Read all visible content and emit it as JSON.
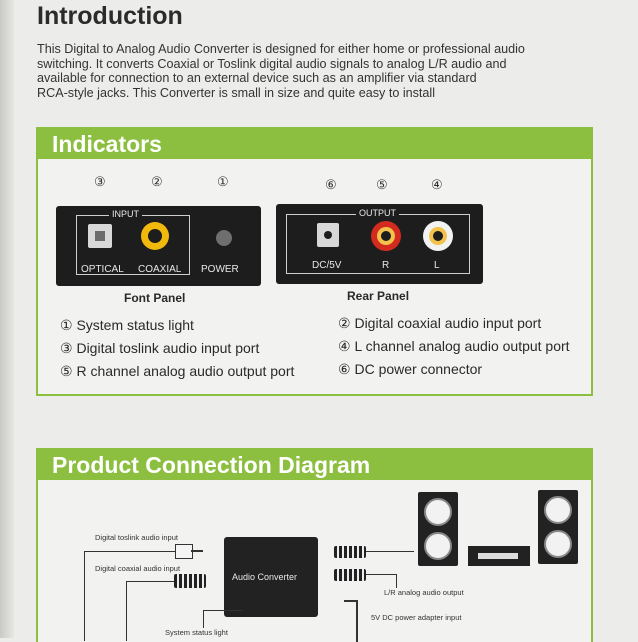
{
  "intro": {
    "title": "Introduction",
    "lines": [
      "This Digital to Analog Audio Converter is designed for either home or professional audio",
      "switching. It converts Coaxial or Toslink digital audio signals to analog L/R audio and",
      "available for connection to an external device such as an amplifier via standard",
      "RCA-style jacks. This Converter is small in size and quite easy to install"
    ]
  },
  "indicators": {
    "title": "Indicators",
    "front": {
      "group_label": "INPUT",
      "numbers": [
        "③",
        "②",
        "①"
      ],
      "labels": [
        "OPTICAL",
        "COAXIAL",
        "POWER"
      ],
      "caption": "Font Panel"
    },
    "rear": {
      "group_label": "OUTPUT",
      "numbers": [
        "⑥",
        "⑤",
        "④"
      ],
      "labels": [
        "DC/5V",
        "R",
        "L"
      ],
      "caption": "Rear Panel"
    },
    "items": [
      {
        "num": "①",
        "text": "System status light"
      },
      {
        "num": "②",
        "text": "Digital coaxial audio input port"
      },
      {
        "num": "③",
        "text": "Digital toslink audio input port"
      },
      {
        "num": "④",
        "text": "L channel analog audio output port"
      },
      {
        "num": "⑤",
        "text": "R channel analog audio output port"
      },
      {
        "num": "⑥",
        "text": "DC  power connector"
      }
    ]
  },
  "diagram": {
    "title": "Product Connection Diagram",
    "converter_label": "Audio Converter",
    "labels": {
      "toslink": "Digital toslink audio input",
      "coaxial": "Digital coaxial audio input",
      "status": "System status light",
      "lr_out": "L/R analog audio output",
      "dc": "5V DC power adapter input"
    }
  }
}
